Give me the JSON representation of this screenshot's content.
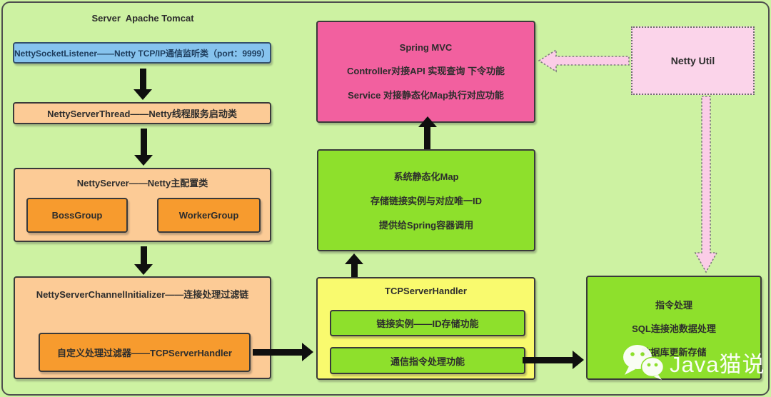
{
  "diagram": {
    "left": {
      "title": "Server  Apache Tomcat",
      "listener": "NettySocketListener——Netty TCP/IP通信监听类（port：9999）",
      "thread": "NettyServerThread——Netty线程服务启动类",
      "server": {
        "title": "NettyServer——Netty主配置类",
        "boss": "BossGroup",
        "worker": "WorkerGroup"
      },
      "initializer": {
        "title": "NettyServerChannelInitializer——连接处理过滤链",
        "filter": "自定义处理过滤器——TCPServerHandler"
      }
    },
    "middle": {
      "spring": {
        "lines": [
          "Spring MVC",
          "Controller对接API 实现查询 下令功能",
          "Service 对接静态化Map执行对应功能"
        ]
      },
      "map": {
        "lines": [
          "系统静态化Map",
          "存储链接实例与对应唯一ID",
          "提供给Spring容器调用"
        ]
      },
      "handler": {
        "title": "TCPServerHandler",
        "items": [
          "链接实例——ID存储功能",
          "通信指令处理功能"
        ]
      }
    },
    "right": {
      "netty_util": "Netty Util",
      "process": {
        "lines": [
          "指令处理",
          "SQL连接池数据处理",
          "数据库更新存储"
        ]
      }
    },
    "watermark": {
      "text": "Java猫说",
      "icon": "wechat-icon"
    }
  },
  "colors": {
    "background": "#cdf2a2",
    "blue_box": "#86c3ee",
    "peach_box": "#fccb96",
    "orange_box": "#f79b2e",
    "pink_box": "#f2609f",
    "green_box": "#8ee02c",
    "yellow_box": "#f9fa6e",
    "netty_util_box": "#fbd4ea",
    "dotted_arrow_fill": "#fbcde7",
    "arrow_black": "#0f0f0f"
  }
}
